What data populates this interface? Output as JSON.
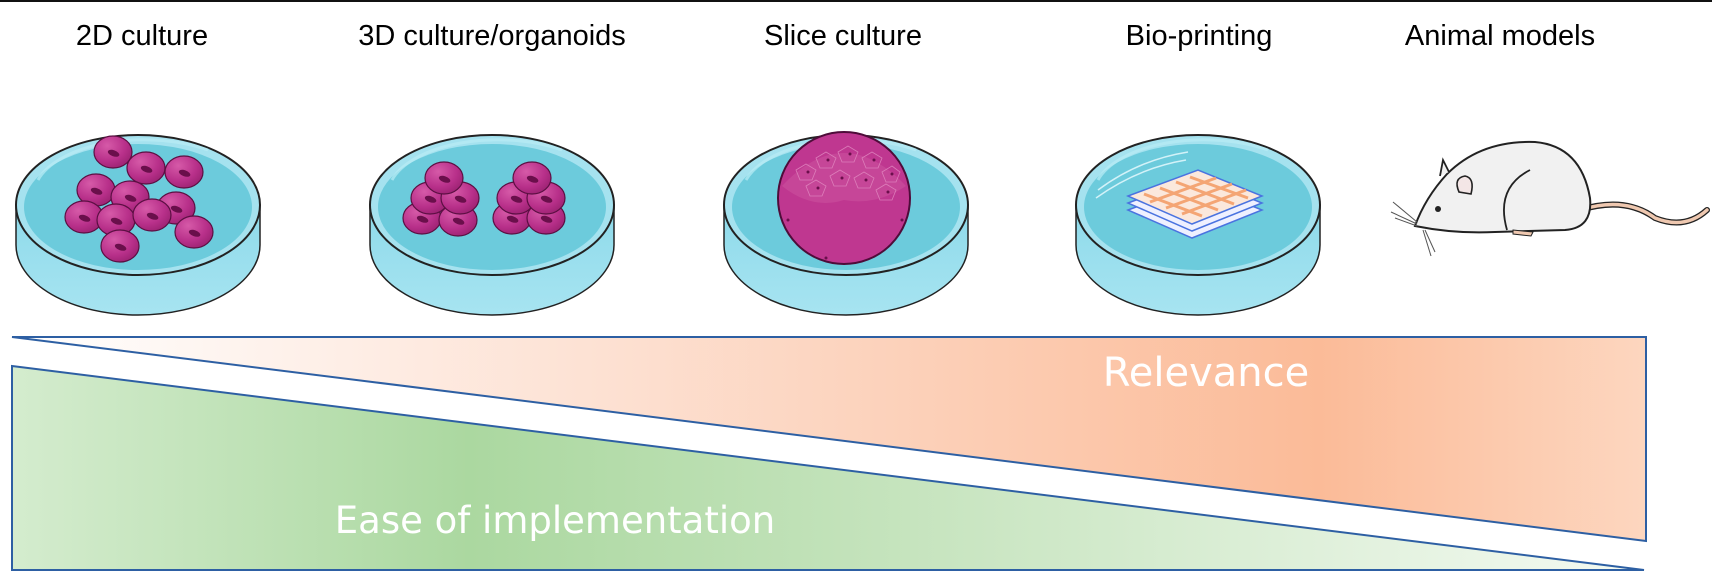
{
  "models": [
    {
      "label": "2D culture",
      "illustration": "petri-dish-2d-cells"
    },
    {
      "label": "3D culture/organoids",
      "illustration": "petri-dish-organoids"
    },
    {
      "label": "Slice culture",
      "illustration": "petri-dish-tissue-slice"
    },
    {
      "label": "Bio-printing",
      "illustration": "petri-dish-bioprinted-scaffold"
    },
    {
      "label": "Animal models",
      "illustration": "mouse"
    }
  ],
  "gradients": {
    "relevance": {
      "label": "Relevance",
      "direction": "increases left-to-right",
      "color": "#fbb995"
    },
    "ease": {
      "label": "Ease of implementation",
      "direction": "decreases left-to-right",
      "color": "#a9d79b"
    }
  },
  "colors": {
    "dish_fill": "#72cfe0",
    "dish_rim": "#9fe0ee",
    "cell": "#b42d83",
    "cell_light": "#d34a9e",
    "outline": "#2d5fa3"
  }
}
